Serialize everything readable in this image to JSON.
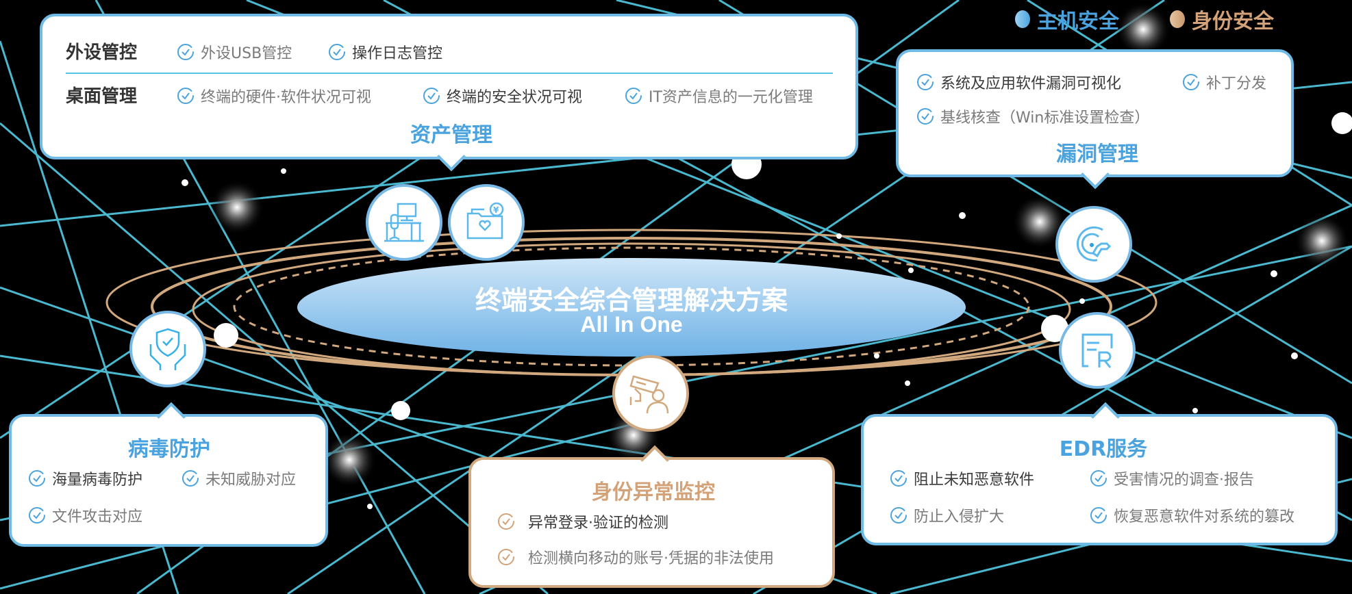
{
  "legend": [
    {
      "label": "主机安全",
      "color": "#4aa3de"
    },
    {
      "label": "身份安全",
      "color": "#d3a278"
    }
  ],
  "center": {
    "title": "终端安全综合管理解决方案",
    "subtitle": "All In One"
  },
  "asset_management": {
    "title": "资产管理",
    "rows": [
      {
        "label": "外设管控",
        "items": [
          "外设USB管控",
          "操作日志管控"
        ]
      },
      {
        "label": "桌面管理",
        "items": [
          "终端的硬件·软件状况可视",
          "终端的安全状况可视",
          "IT资产信息的一元化管理"
        ]
      }
    ]
  },
  "vulnerability_management": {
    "title": "漏洞管理",
    "items": [
      "系统及应用软件漏洞可视化",
      "补丁分发",
      "基线核查（Win标准设置检查）"
    ]
  },
  "virus_protection": {
    "title": "病毒防护",
    "items": [
      "海量病毒防护",
      "未知威胁对应",
      "文件攻击对应"
    ]
  },
  "identity_monitoring": {
    "title": "身份异常监控",
    "items": [
      "异常登录·验证的检测",
      "检测横向移动的账号·凭据的非法使用"
    ]
  },
  "edr_service": {
    "title": "EDR服务",
    "items": [
      "阻止未知恶意软件",
      "受害情况的调查·报告",
      "防止入侵扩大",
      "恢复恶意软件对系统的篡改"
    ]
  },
  "icons": [
    "desk-computer-icon",
    "folder-heart-yen-icon",
    "radar-wrench-icon",
    "edr-icon",
    "shield-hands-icon",
    "camera-person-icon"
  ],
  "colors": {
    "blue": "#4aa3de",
    "orange": "#d3a278",
    "line": "#4fc3dc",
    "background": "#000000"
  }
}
